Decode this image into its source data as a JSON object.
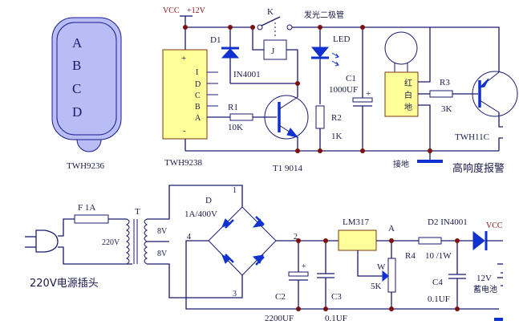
{
  "colors": {
    "wire": "#1a1a6e",
    "junction": "#7a1010",
    "component_blue": "#1030d0",
    "ic_fill": "#ffff99",
    "remote_fill": "#b8bdf5",
    "vcc_text": "#8b1010"
  },
  "remote": {
    "buttons": [
      "A",
      "B",
      "C",
      "D"
    ],
    "label": "TWH9236"
  },
  "receiver": {
    "label": "TWH9238",
    "plus": "+",
    "minus": "-",
    "pins": [
      "I",
      "D",
      "C",
      "B",
      "A"
    ]
  },
  "supply": {
    "vcc": "VCC",
    "voltage": "+12V"
  },
  "relay": {
    "switch_label": "K",
    "coil_label": "J"
  },
  "d1": {
    "name": "D1",
    "part": "IN4001"
  },
  "r1": {
    "name": "R1",
    "value": "10K"
  },
  "t1": {
    "label": "T1   9014"
  },
  "led": {
    "title": "发光二极管",
    "name": "LED"
  },
  "r2": {
    "name": "R2",
    "value": "1K"
  },
  "c1": {
    "name": "C1",
    "value": "1000UF",
    "plus": "+"
  },
  "alarm": {
    "pins": [
      "红",
      "白",
      "地"
    ],
    "r3_name": "R3",
    "r3_value": "3K",
    "transistor": "TWH11C",
    "ground_label": "接地",
    "title": "高响度报警"
  },
  "psu": {
    "plug_label": "220V电源插头",
    "fuse": "F 1A",
    "transformer": "T",
    "primary": "220V",
    "secondary_top": "8V",
    "secondary_bottom": "8V",
    "bridge_name": "D",
    "bridge_rating": "1A/400V",
    "node_1": "1",
    "node_2": "2",
    "node_3": "3",
    "node_4": "4",
    "c2_name": "C2",
    "c2_value": "2200UF",
    "c2_plus": "+",
    "c3_name": "C3",
    "c3_value": "0.1UF",
    "regulator": "LM317",
    "node_a": "A",
    "pot_name": "W",
    "pot_value": "5K",
    "r4_name": "R4",
    "r4_value": "10 /1W",
    "d2_name": "D2  IN4001",
    "c4_name": "C4",
    "c4_value": "0.1UF",
    "vcc": "VCC",
    "battery_voltage": "12V",
    "battery_label": "蓄电池"
  }
}
